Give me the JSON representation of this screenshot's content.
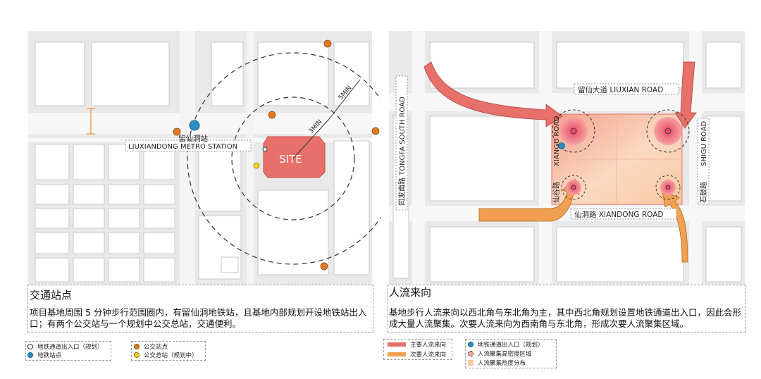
{
  "left": {
    "map": {
      "station_cn": "留仙洞站",
      "station_en": "LIUXIANDONG METRO STATION",
      "site_label": "SITE",
      "radius_3": "3MIN",
      "radius_5": "5MIN"
    },
    "caption_title": "交通站点",
    "caption_text": "项目基地周围 5 分钟步行范围圈内，有留仙洞地铁站，且基地内部规划开设地铁站出入口；有两个公交站与一个规划中公交总站，交通便利。",
    "legend": [
      {
        "icon": "metro-entrance-planned-icon",
        "label": "地铁通道出入口（规划）",
        "color": "#ffffff"
      },
      {
        "icon": "metro-station-icon",
        "label": "地铁站点",
        "color": "#2b8fc4"
      },
      {
        "icon": "bus-stop-icon",
        "label": "公交站点",
        "color": "#e07a1f"
      },
      {
        "icon": "bus-terminal-planned-icon",
        "label": "公交总站（规划中）",
        "color": "#f2d21b"
      }
    ]
  },
  "right": {
    "map": {
      "road_north": "留仙大道  LIUXIAN ROAD",
      "road_south": "仙洞路  XIANDONG ROAD",
      "road_west": "同发南路  TONGFA SOUTH ROAD",
      "road_mid_en": "XIANGU ROAD",
      "road_mid_cn": "仙谷路",
      "road_east_en": "SHIGU ROAD",
      "road_east_cn": "石鼓路"
    },
    "caption_title": "人流来向",
    "caption_text": "基地步行人流来向以西北角与东北角为主，其中西北角规划设置地铁通道出入口，因此会形成大量人流聚集。次要人流来向为西南角与东北角，形成次要人流聚集区域。",
    "legend": [
      {
        "icon": "main-flow-bar-icon",
        "label": "主要人流来向",
        "color": "#e8706a"
      },
      {
        "icon": "secondary-flow-bar-icon",
        "label": "次要人流来向",
        "color": "#f0a050"
      },
      {
        "icon": "metro-entrance-icon",
        "label": "地铁通道出入口（规划）",
        "color": "#2b8fc4"
      },
      {
        "icon": "crowd-density-icon",
        "label": "人流聚集高密度区域",
        "color": "#e84a6a"
      },
      {
        "icon": "heat-distribution-icon",
        "label": "人流聚集热度分布",
        "color": "#f7c9a0"
      }
    ]
  }
}
